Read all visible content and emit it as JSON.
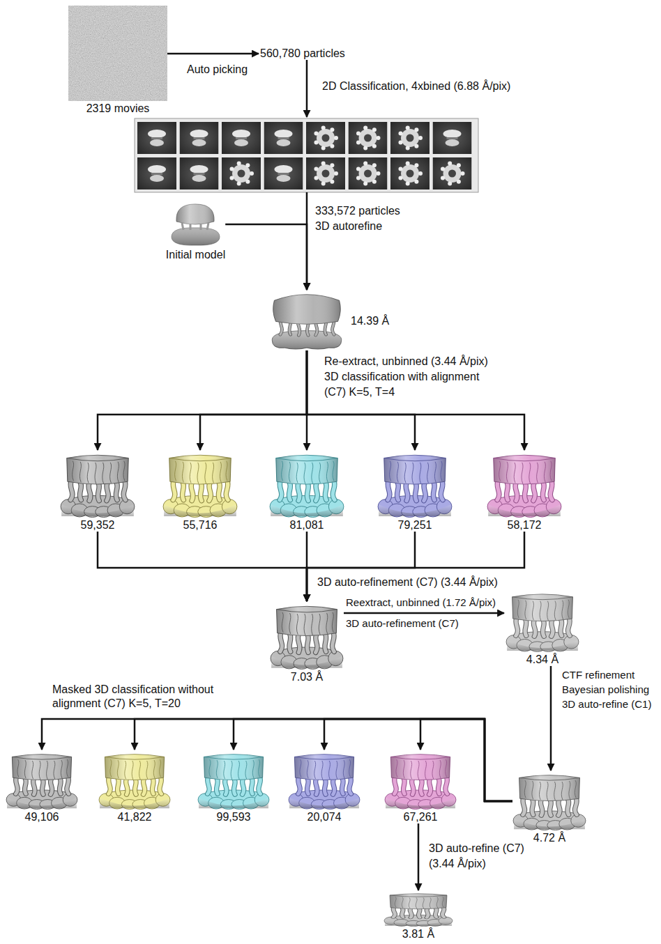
{
  "diagram": {
    "nodes": [
      {
        "text": [
          "2319 movies"
        ]
      },
      {
        "text": [
          "560,780 particles"
        ]
      },
      {
        "text": []
      },
      {
        "text": [
          "Initial model"
        ]
      },
      {
        "text": [
          "14.39 Å"
        ]
      },
      {
        "text": [
          "59,352"
        ]
      },
      {
        "text": [
          "55,716"
        ]
      },
      {
        "text": [
          "81,081"
        ]
      },
      {
        "text": [
          "79,251"
        ]
      },
      {
        "text": [
          "58,172"
        ]
      },
      {
        "text": [
          "7.03 Å"
        ]
      },
      {
        "text": [
          "4.34 Å"
        ]
      },
      {
        "text": [
          "49,106"
        ]
      },
      {
        "text": [
          "41,822"
        ]
      },
      {
        "text": [
          "99,593"
        ]
      },
      {
        "text": [
          "20,074"
        ]
      },
      {
        "text": [
          "67,261"
        ]
      },
      {
        "text": [
          "4.72 Å"
        ]
      },
      {
        "text": [
          "3.81 Å"
        ]
      }
    ],
    "edges": [
      {
        "from": 0,
        "to": 1,
        "arrow": "to",
        "label": "Auto picking"
      },
      {
        "from": 1,
        "to": 2,
        "arrow": "to",
        "label": "2D Classification, 4xbined (6.88 Å/pix)"
      },
      {
        "from": 2,
        "to": 4,
        "arrow": "to",
        "label": "333,572 particles 3D autorefine"
      },
      {
        "from": 3,
        "to": 4,
        "arrow": "to"
      },
      {
        "from": 4,
        "to": 5,
        "arrow": "to"
      },
      {
        "from": 4,
        "to": 6,
        "arrow": "to"
      },
      {
        "from": 4,
        "to": 7,
        "arrow": "to",
        "label": "Re-extract, unbinned (3.44 Å/pix) 3D classification with alignment (C7) K=5, T=4"
      },
      {
        "from": 4,
        "to": 8,
        "arrow": "to"
      },
      {
        "from": 4,
        "to": 9,
        "arrow": "to"
      },
      {
        "from": 5,
        "to": 10,
        "arrow": "to"
      },
      {
        "from": 7,
        "to": 10,
        "arrow": "to",
        "label": "3D auto-refinement (C7) (3.44 Å/pix)"
      },
      {
        "from": 8,
        "to": 10,
        "arrow": "to"
      },
      {
        "from": 9,
        "to": 10,
        "arrow": "to"
      },
      {
        "from": 10,
        "to": 11,
        "arrow": "to",
        "label": "Reextract, unbinned (1.72 Å/pix) 3D auto-refinement (C7)"
      },
      {
        "from": 11,
        "to": 17,
        "arrow": "to",
        "label": "CTF refinement Bayesian polishing 3D auto-refine (C1)"
      },
      {
        "from": 17,
        "to": 12,
        "arrow": "to",
        "label": "Masked 3D classification without alignment (C7) K=5, T=20"
      },
      {
        "from": 17,
        "to": 13,
        "arrow": "to"
      },
      {
        "from": 17,
        "to": 14,
        "arrow": "to"
      },
      {
        "from": 17,
        "to": 15,
        "arrow": "to"
      },
      {
        "from": 17,
        "to": 16,
        "arrow": "to"
      },
      {
        "from": 16,
        "to": 18,
        "arrow": "to",
        "label": "3D auto-refine (C7) (3.44 Å/pix)"
      }
    ]
  }
}
